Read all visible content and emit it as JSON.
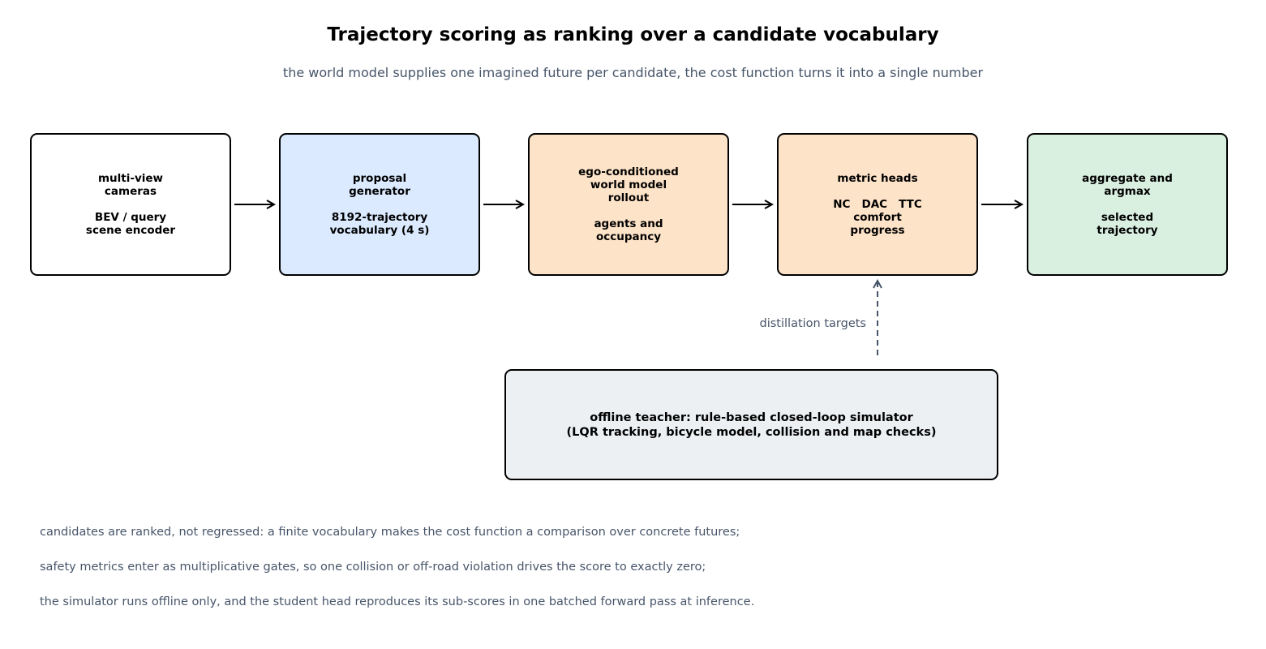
{
  "title": "Trajectory scoring as ranking over a candidate vocabulary",
  "subtitle": "the world model supplies one imagined future per candidate, the cost function turns it into a single number",
  "colors": {
    "white": "#ffffff",
    "blue": "#dbeafe",
    "orange": "#fde3c8",
    "green": "#d9efdf",
    "grey": "#edf0f3",
    "muted_text": "#475569",
    "dashed_arrow": "#475569"
  },
  "pipeline": [
    {
      "line1": "multi-view",
      "line2": "cameras",
      "line3": "BEV / query",
      "line4": "scene encoder"
    },
    {
      "line1": "proposal",
      "line2": "generator",
      "line3": "8192-trajectory",
      "line4": "vocabulary (4 s)"
    },
    {
      "line1": "ego-conditioned",
      "line2": "world model",
      "line3": "rollout",
      "line4": "agents and",
      "line5": "occupancy"
    },
    {
      "line1": "metric heads",
      "line2": "NC   DAC   TTC",
      "line3": "comfort",
      "line4": "progress"
    },
    {
      "line1": "aggregate and",
      "line2": "argmax",
      "line3": "selected",
      "line4": "trajectory"
    }
  ],
  "teacher": {
    "line1": "offline teacher: rule-based closed-loop simulator",
    "line2": "(LQR tracking, bicycle model, collision and map checks)"
  },
  "distillation_label": "distillation targets",
  "notes": [
    "candidates are ranked, not regressed: a finite vocabulary makes the cost function a comparison over concrete futures;",
    "safety metrics enter as multiplicative gates, so one collision or off-road violation drives the score to exactly zero;",
    "the simulator runs offline only, and the student head reproduces its sub-scores in one batched forward pass at inference."
  ]
}
